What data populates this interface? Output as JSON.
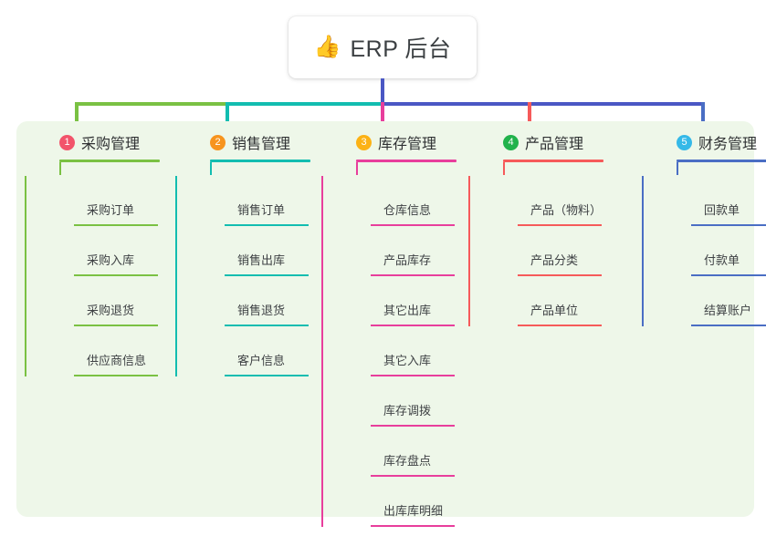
{
  "root": {
    "icon": "thumbs-up-icon",
    "icon_glyph": "👍",
    "title": "ERP 后台"
  },
  "theme": {
    "panel_bg": "#eef7e9",
    "page_bg": "#ffffff",
    "stem_color": "#4a57c4",
    "text_color": "#3f4245"
  },
  "columns": [
    {
      "index": "1",
      "title": "采购管理",
      "badge_color": "#f2546b",
      "line_color": "#7ac143",
      "items": [
        {
          "label": "采购订单"
        },
        {
          "label": "采购入库"
        },
        {
          "label": "采购退货"
        },
        {
          "label": "供应商信息"
        }
      ]
    },
    {
      "index": "2",
      "title": "销售管理",
      "badge_color": "#f7941e",
      "line_color": "#12bdb0",
      "items": [
        {
          "label": "销售订单"
        },
        {
          "label": "销售出库"
        },
        {
          "label": "销售退货"
        },
        {
          "label": "客户信息"
        }
      ]
    },
    {
      "index": "3",
      "title": "库存管理",
      "badge_color": "#fcb215",
      "line_color": "#e83e9c",
      "items": [
        {
          "label": "仓库信息"
        },
        {
          "label": "产品库存"
        },
        {
          "label": "其它出库"
        },
        {
          "label": "其它入库"
        },
        {
          "label": "库存调拨"
        },
        {
          "label": "库存盘点"
        },
        {
          "label": "出库库明细"
        }
      ]
    },
    {
      "index": "4",
      "title": "产品管理",
      "badge_color": "#21b24b",
      "line_color": "#f65a5a",
      "items": [
        {
          "label": "产品（物料）"
        },
        {
          "label": "产品分类"
        },
        {
          "label": "产品单位"
        }
      ]
    },
    {
      "index": "5",
      "title": "财务管理",
      "badge_color": "#35b9e8",
      "line_color": "#4a6ec4",
      "items": [
        {
          "label": "回款单"
        },
        {
          "label": "付款单"
        },
        {
          "label": "结算账户"
        }
      ]
    }
  ],
  "connector": {
    "bus_segments": [
      {
        "from": "#7ac143",
        "to": "#7ac143"
      },
      {
        "from": "#12bdb0",
        "to": "#12bdb0"
      },
      {
        "from": "#4a57c4",
        "to": "#4a57c4"
      },
      {
        "from": "#4a57c4",
        "to": "#4a57c4"
      }
    ],
    "drop_colors": [
      "#7ac143",
      "#12bdb0",
      "#e83e9c",
      "#f65a5a",
      "#4a6ec4"
    ]
  }
}
